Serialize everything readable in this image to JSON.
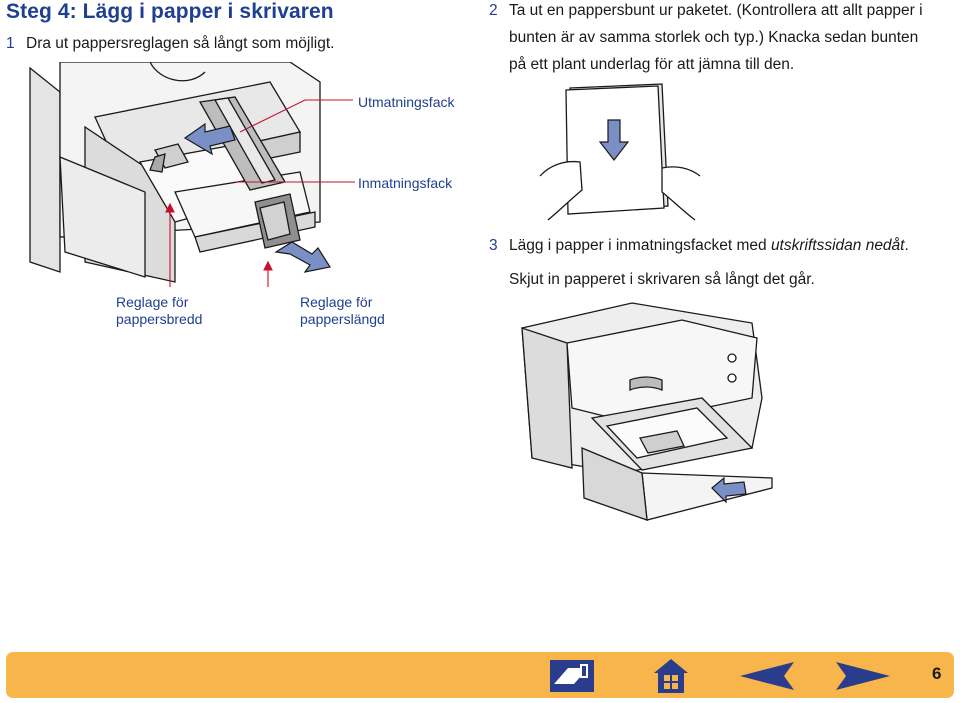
{
  "heading": "Steg 4: Lägg i papper i skrivaren",
  "steps": [
    {
      "num": "1",
      "text": "Dra ut pappersreglagen så långt som möjligt."
    },
    {
      "num": "2",
      "line1": "Ta ut en pappersbunt ur paketet. (Kontrollera att allt papper i",
      "line2": "bunten är av samma storlek och typ.) Knacka sedan bunten",
      "line3": "på ett plant underlag för att jämna till den."
    },
    {
      "num": "3",
      "line1_pre": "Lägg i papper i inmatningsfacket med ",
      "line1_em": "utskriftssidan nedåt",
      "line1_post": ".",
      "line2": "Skjut in papperet i skrivaren så långt det går."
    }
  ],
  "callouts": {
    "output_tray": "Utmatningsfack",
    "input_tray": "Inmatningsfack",
    "width_guide_1": "Reglage för",
    "width_guide_2": "pappersbredd",
    "length_guide_1": "Reglage för",
    "length_guide_2": "papperslängd"
  },
  "footer": {
    "page_number": "6",
    "icons": [
      "printer-manual-icon",
      "home-icon",
      "previous-arrow-icon",
      "next-arrow-icon"
    ]
  },
  "colors": {
    "heading": "#1f3f8f",
    "callout_line": "#c8102e",
    "arrow_fill": "#7b8fc7",
    "footer_bar": "#f8b54b",
    "nav_icon": "#2a3c8c"
  }
}
